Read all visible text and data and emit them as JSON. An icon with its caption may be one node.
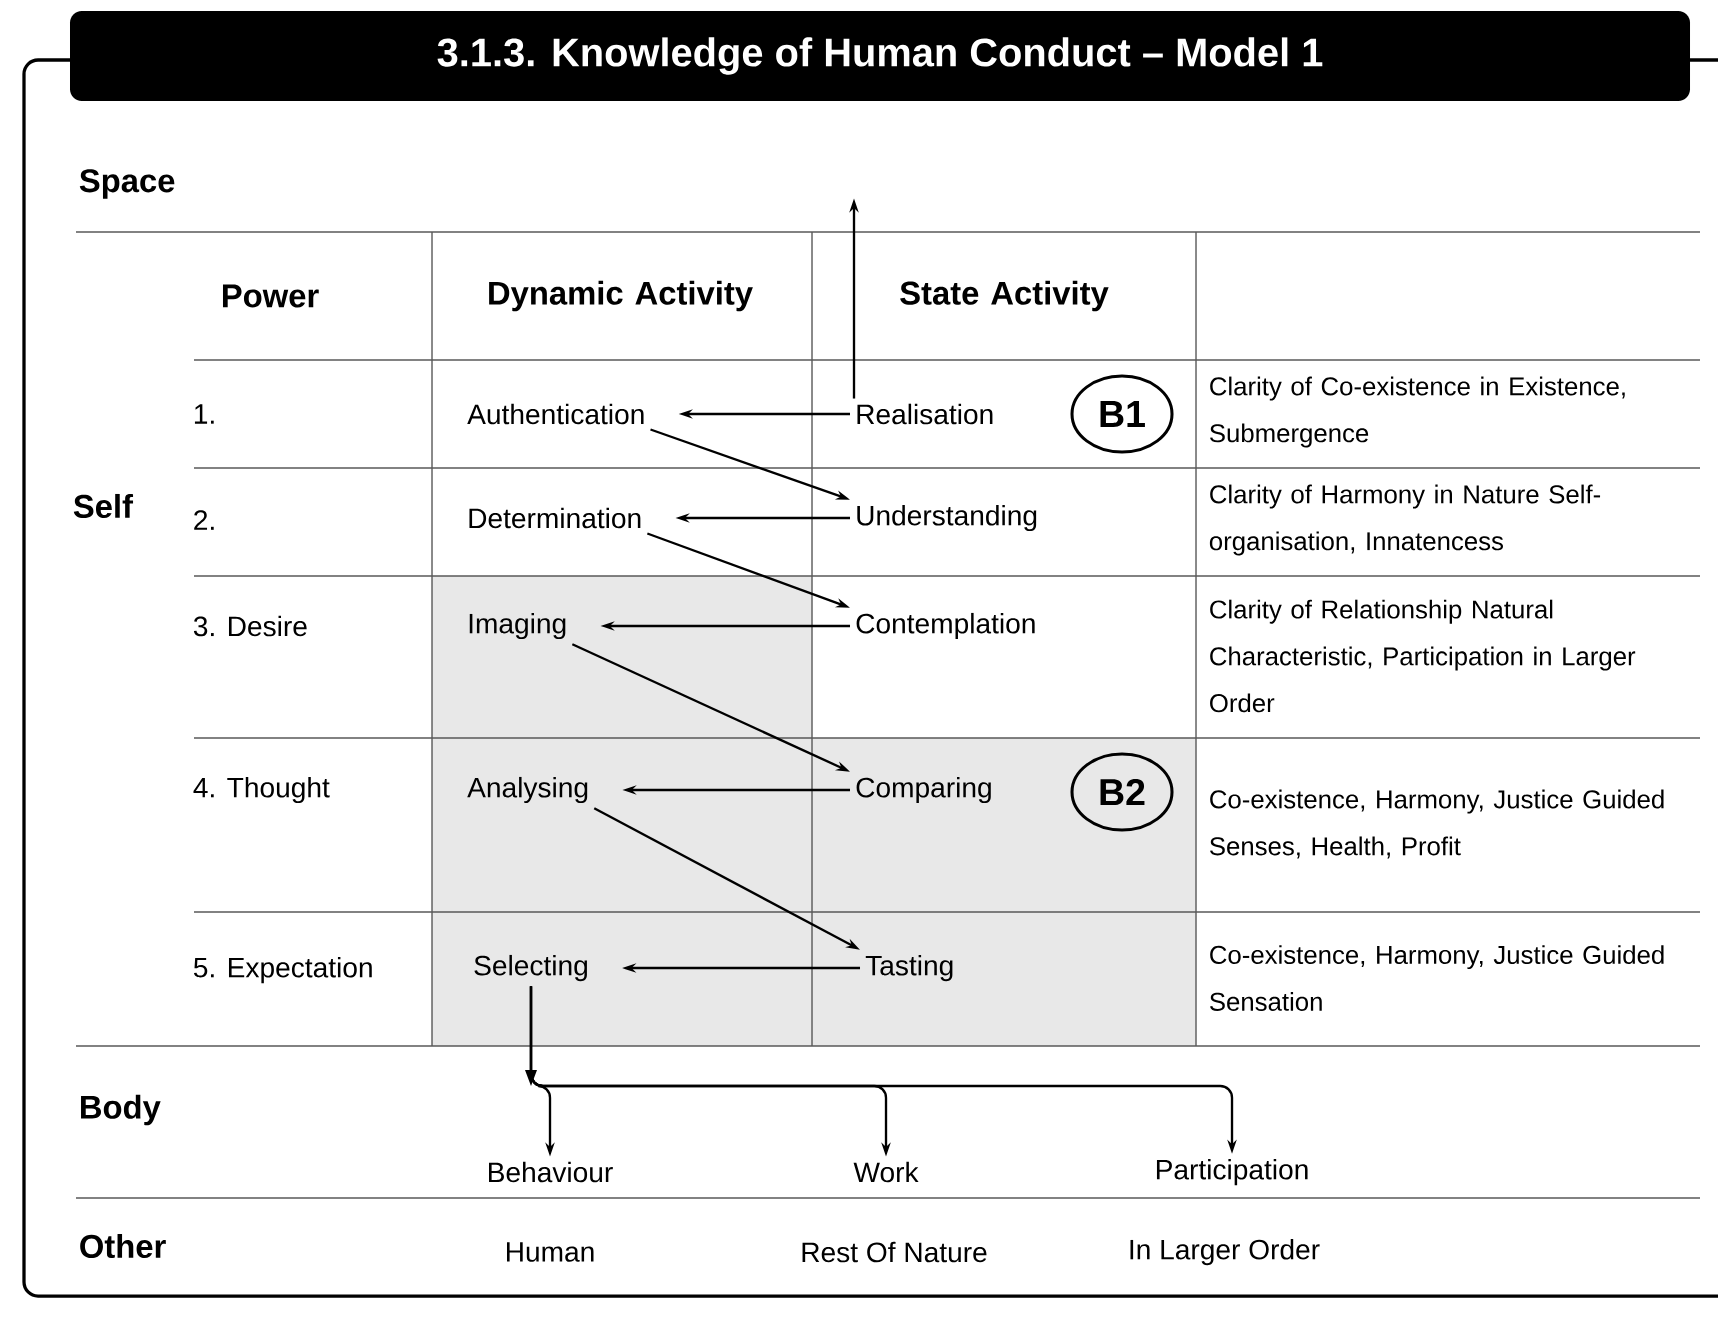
{
  "diagram": {
    "title": "3.1.3. Knowledge of Human Conduct – Model 1",
    "nodes": [
      {
        "text": [
          "Authentication"
        ]
      },
      {
        "text": [
          "Realisation"
        ]
      },
      {
        "text": [
          "Determination"
        ]
      },
      {
        "text": [
          "Understanding"
        ]
      },
      {
        "text": [
          "Imaging"
        ]
      },
      {
        "text": [
          "Contemplation"
        ]
      },
      {
        "text": [
          "Analysing"
        ]
      },
      {
        "text": [
          "Comparing"
        ]
      },
      {
        "text": [
          "Selecting"
        ]
      },
      {
        "text": [
          "Tasting"
        ]
      },
      {
        "text": [
          "Behaviour"
        ]
      },
      {
        "text": [
          "Work"
        ]
      },
      {
        "text": [
          "Participation"
        ]
      },
      {
        "text": [
          "B1"
        ]
      },
      {
        "text": [
          "B2"
        ]
      }
    ],
    "edges": [
      {
        "from": 1,
        "to": 0,
        "arrow": "to"
      },
      {
        "from": 3,
        "to": 2,
        "arrow": "to"
      },
      {
        "from": 5,
        "to": 4,
        "arrow": "to"
      },
      {
        "from": 7,
        "to": 6,
        "arrow": "to"
      },
      {
        "from": 9,
        "to": 8,
        "arrow": "to"
      },
      {
        "from": 0,
        "to": 3,
        "arrow": "to"
      },
      {
        "from": 2,
        "to": 5,
        "arrow": "to"
      },
      {
        "from": 4,
        "to": 7,
        "arrow": "to"
      },
      {
        "from": 6,
        "to": 9,
        "arrow": "to"
      },
      {
        "from": 1,
        "to": null,
        "arrow": "to"
      },
      {
        "from": 8,
        "to": 10,
        "arrow": "to"
      },
      {
        "from": 8,
        "to": 11,
        "arrow": "to"
      },
      {
        "from": 8,
        "to": 12,
        "arrow": "to"
      }
    ],
    "labels": [
      "Space",
      "Power",
      "Dynamic Activity",
      "State Activity",
      "1.",
      "Clarity of Co-existence in Existence, Submergence",
      "Self",
      "2.",
      "Clarity of Harmony in Nature Self-organisation, Innatencess",
      "3. Desire",
      "Clarity of Relationship Natural Characteristic, Participation in Larger Order",
      "4. Thought",
      "Co-existence, Harmony, Justice Guided Senses, Health, Profit",
      "5. Expectation",
      "Co-existence, Harmony, Justice Guided Sensation",
      "Body",
      "Other",
      "Human",
      "Rest Of Nature",
      "In Larger Order"
    ]
  }
}
